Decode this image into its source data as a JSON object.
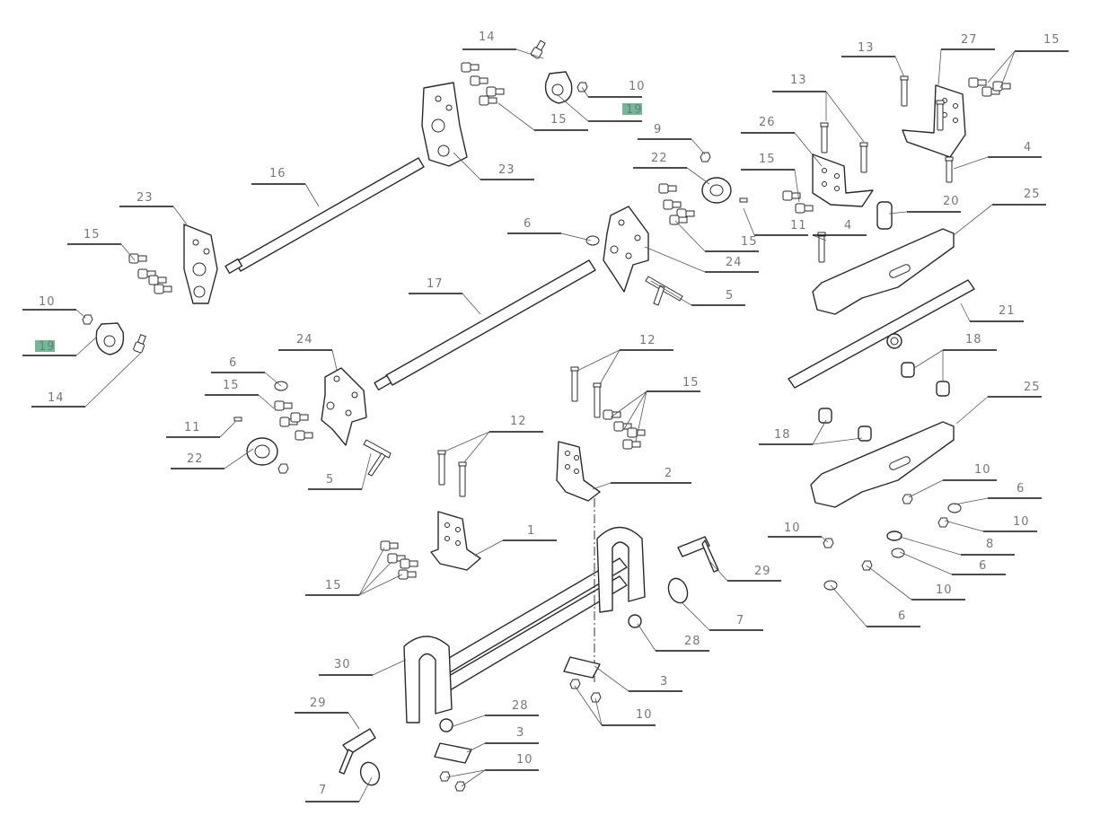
{
  "diagram": {
    "type": "exploded-parts-view",
    "highlight_color": "#6dbb97",
    "callouts": [
      {
        "label": "14"
      },
      {
        "label": "10"
      },
      {
        "label": "19",
        "highlighted": true
      },
      {
        "label": "15"
      },
      {
        "label": "23"
      },
      {
        "label": "16"
      },
      {
        "label": "23"
      },
      {
        "label": "15"
      },
      {
        "label": "10"
      },
      {
        "label": "19",
        "highlighted": true
      },
      {
        "label": "14"
      },
      {
        "label": "9"
      },
      {
        "label": "22"
      },
      {
        "label": "13"
      },
      {
        "label": "26"
      },
      {
        "label": "15"
      },
      {
        "label": "11"
      },
      {
        "label": "13"
      },
      {
        "label": "27"
      },
      {
        "label": "15"
      },
      {
        "label": "4"
      },
      {
        "label": "20"
      },
      {
        "label": "4"
      },
      {
        "label": "25"
      },
      {
        "label": "6"
      },
      {
        "label": "24"
      },
      {
        "label": "15"
      },
      {
        "label": "5"
      },
      {
        "label": "17"
      },
      {
        "label": "21"
      },
      {
        "label": "18"
      },
      {
        "label": "25"
      },
      {
        "label": "24"
      },
      {
        "label": "6"
      },
      {
        "label": "15"
      },
      {
        "label": "11"
      },
      {
        "label": "22"
      },
      {
        "label": "12"
      },
      {
        "label": "15"
      },
      {
        "label": "12"
      },
      {
        "label": "5"
      },
      {
        "label": "18"
      },
      {
        "label": "2"
      },
      {
        "label": "10"
      },
      {
        "label": "6"
      },
      {
        "label": "10"
      },
      {
        "label": "1"
      },
      {
        "label": "10"
      },
      {
        "label": "8"
      },
      {
        "label": "6"
      },
      {
        "label": "29"
      },
      {
        "label": "15"
      },
      {
        "label": "10"
      },
      {
        "label": "6"
      },
      {
        "label": "7"
      },
      {
        "label": "28"
      },
      {
        "label": "30"
      },
      {
        "label": "3"
      },
      {
        "label": "10"
      },
      {
        "label": "29"
      },
      {
        "label": "28"
      },
      {
        "label": "3"
      },
      {
        "label": "10"
      },
      {
        "label": "7"
      }
    ]
  }
}
